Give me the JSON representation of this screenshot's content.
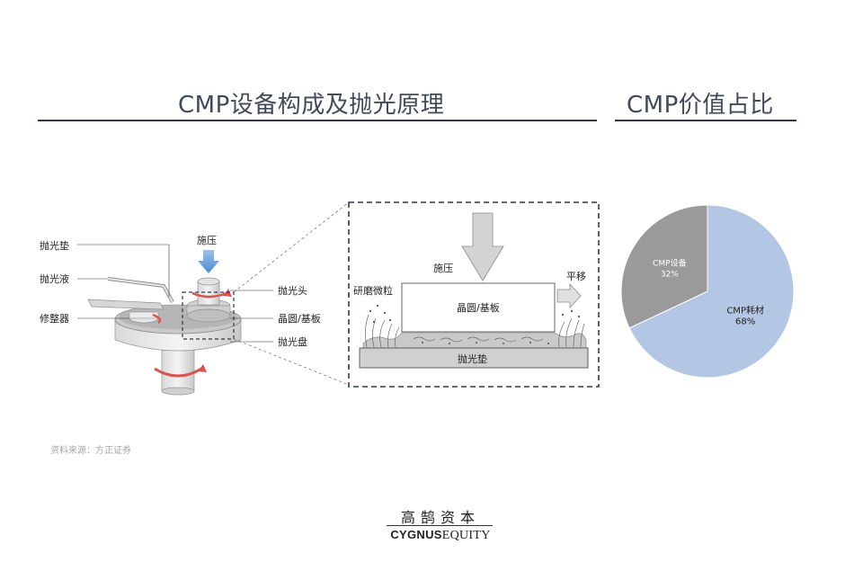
{
  "header": {
    "left_title": "CMP设备构成及抛光原理",
    "right_title": "CMP价值占比"
  },
  "diagram": {
    "labels": {
      "polishing_pad": "抛光垫",
      "slurry": "抛光液",
      "conditioner": "修整器",
      "pressure": "施压",
      "polishing_head": "抛光头",
      "wafer_substrate": "晶圆/基板",
      "platen": "抛光盘"
    },
    "detail": {
      "pressure": "施压",
      "translation": "平移",
      "abrasive_particles": "研磨微粒",
      "wafer_substrate": "晶圆/基板",
      "polishing_pad": "抛光垫"
    }
  },
  "chart_data": {
    "type": "pie",
    "slices": [
      {
        "label": "CMP耗材",
        "value": 68,
        "value_label": "68%",
        "color": "#b3c6e3"
      },
      {
        "label": "CMP设备",
        "value": 32,
        "value_label": "32%",
        "color": "#9a9a9a"
      }
    ]
  },
  "source": "资料来源：方正证券",
  "logo": {
    "cn": "高鹄资本",
    "en_bold": "CYGNUS",
    "en_regular": "EQUITY"
  }
}
